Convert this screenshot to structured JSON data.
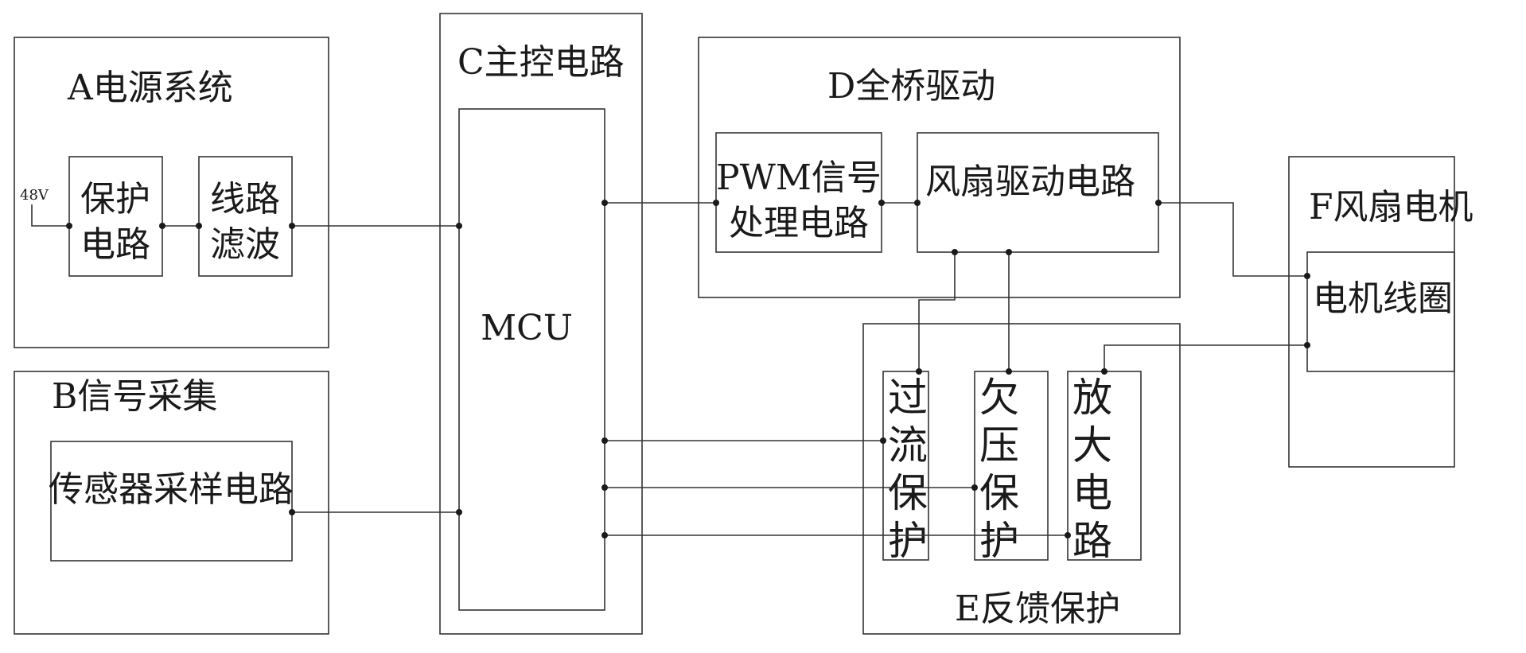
{
  "diagram": {
    "blocks": {
      "power": {
        "title": "A电源系统",
        "protect_line1": "保护",
        "protect_line2": "电路",
        "filter_line1": "线路",
        "filter_line2": "滤波",
        "input_label": "48V"
      },
      "signal": {
        "title": "B信号采集",
        "sensor": "传感器采样电路"
      },
      "control": {
        "title": "C主控电路",
        "mcu": "MCU"
      },
      "drive": {
        "title": "D全桥驱动",
        "pwm_line1": "PWM信号",
        "pwm_line2": "处理电路",
        "fan_drive": "风扇驱动电路"
      },
      "feedback": {
        "title": "E反馈保护",
        "overcurrent": [
          "过",
          "流",
          "保",
          "护"
        ],
        "undervoltage": [
          "欠",
          "压",
          "保",
          "护"
        ],
        "amplifier": [
          "放",
          "大",
          "电",
          "路"
        ]
      },
      "motor": {
        "title": "F风扇电机",
        "coil": "电机线圈"
      }
    },
    "colors": {
      "line": "#333333",
      "text": "#1a1a1a",
      "background": "#ffffff"
    }
  }
}
